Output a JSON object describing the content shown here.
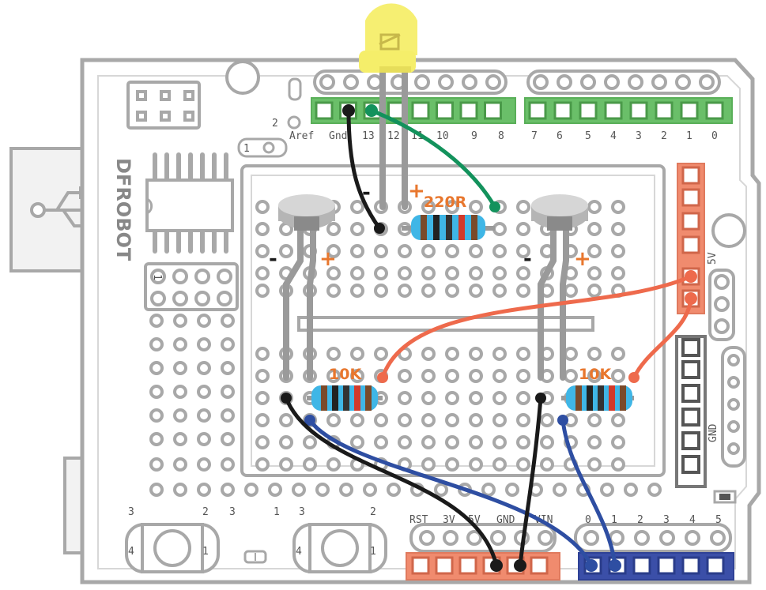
{
  "board": {
    "brand": "DFROBOT",
    "top_header_labels": [
      "Aref",
      "Gnd",
      "13",
      "12",
      "11",
      "10",
      "9",
      "8",
      "7",
      "6",
      "5",
      "4",
      "3",
      "2",
      "1",
      "0"
    ],
    "power_labels": [
      "RST",
      "3V",
      "5V",
      "GND",
      "VIN"
    ],
    "analog_labels": [
      "0",
      "1",
      "2",
      "3",
      "4",
      "5"
    ],
    "side_5v_label": "5V",
    "side_gnd_label": "GND",
    "small_labels": {
      "jumper_2": "2",
      "jumper_1": "1",
      "jumper_vert_1": "1",
      "button1_pins": [
        "3",
        "2",
        "4",
        "1"
      ],
      "button2_pins": [
        "3",
        "2",
        "4",
        "1"
      ],
      "extra_pins": [
        "3",
        "1"
      ]
    }
  },
  "components": {
    "led": {
      "name": "LED",
      "color": "#f5ee6a"
    },
    "resistor_220": {
      "label": "220R"
    },
    "resistor_10k_left": {
      "label": "10K"
    },
    "resistor_10k_right": {
      "label": "10K"
    },
    "polarity": {
      "minus": "-",
      "plus": "+"
    }
  },
  "colors": {
    "board_outline": "#a8a8a8",
    "digital_header": "#6abf69",
    "power_header": "#f08b6e",
    "analog_header": "#3b4fa8",
    "wire_black": "#1a1a1a",
    "wire_green": "#13925c",
    "wire_orange": "#ee6a4c",
    "wire_blue": "#2e4ea2",
    "accent_orange": "#e8772e"
  }
}
